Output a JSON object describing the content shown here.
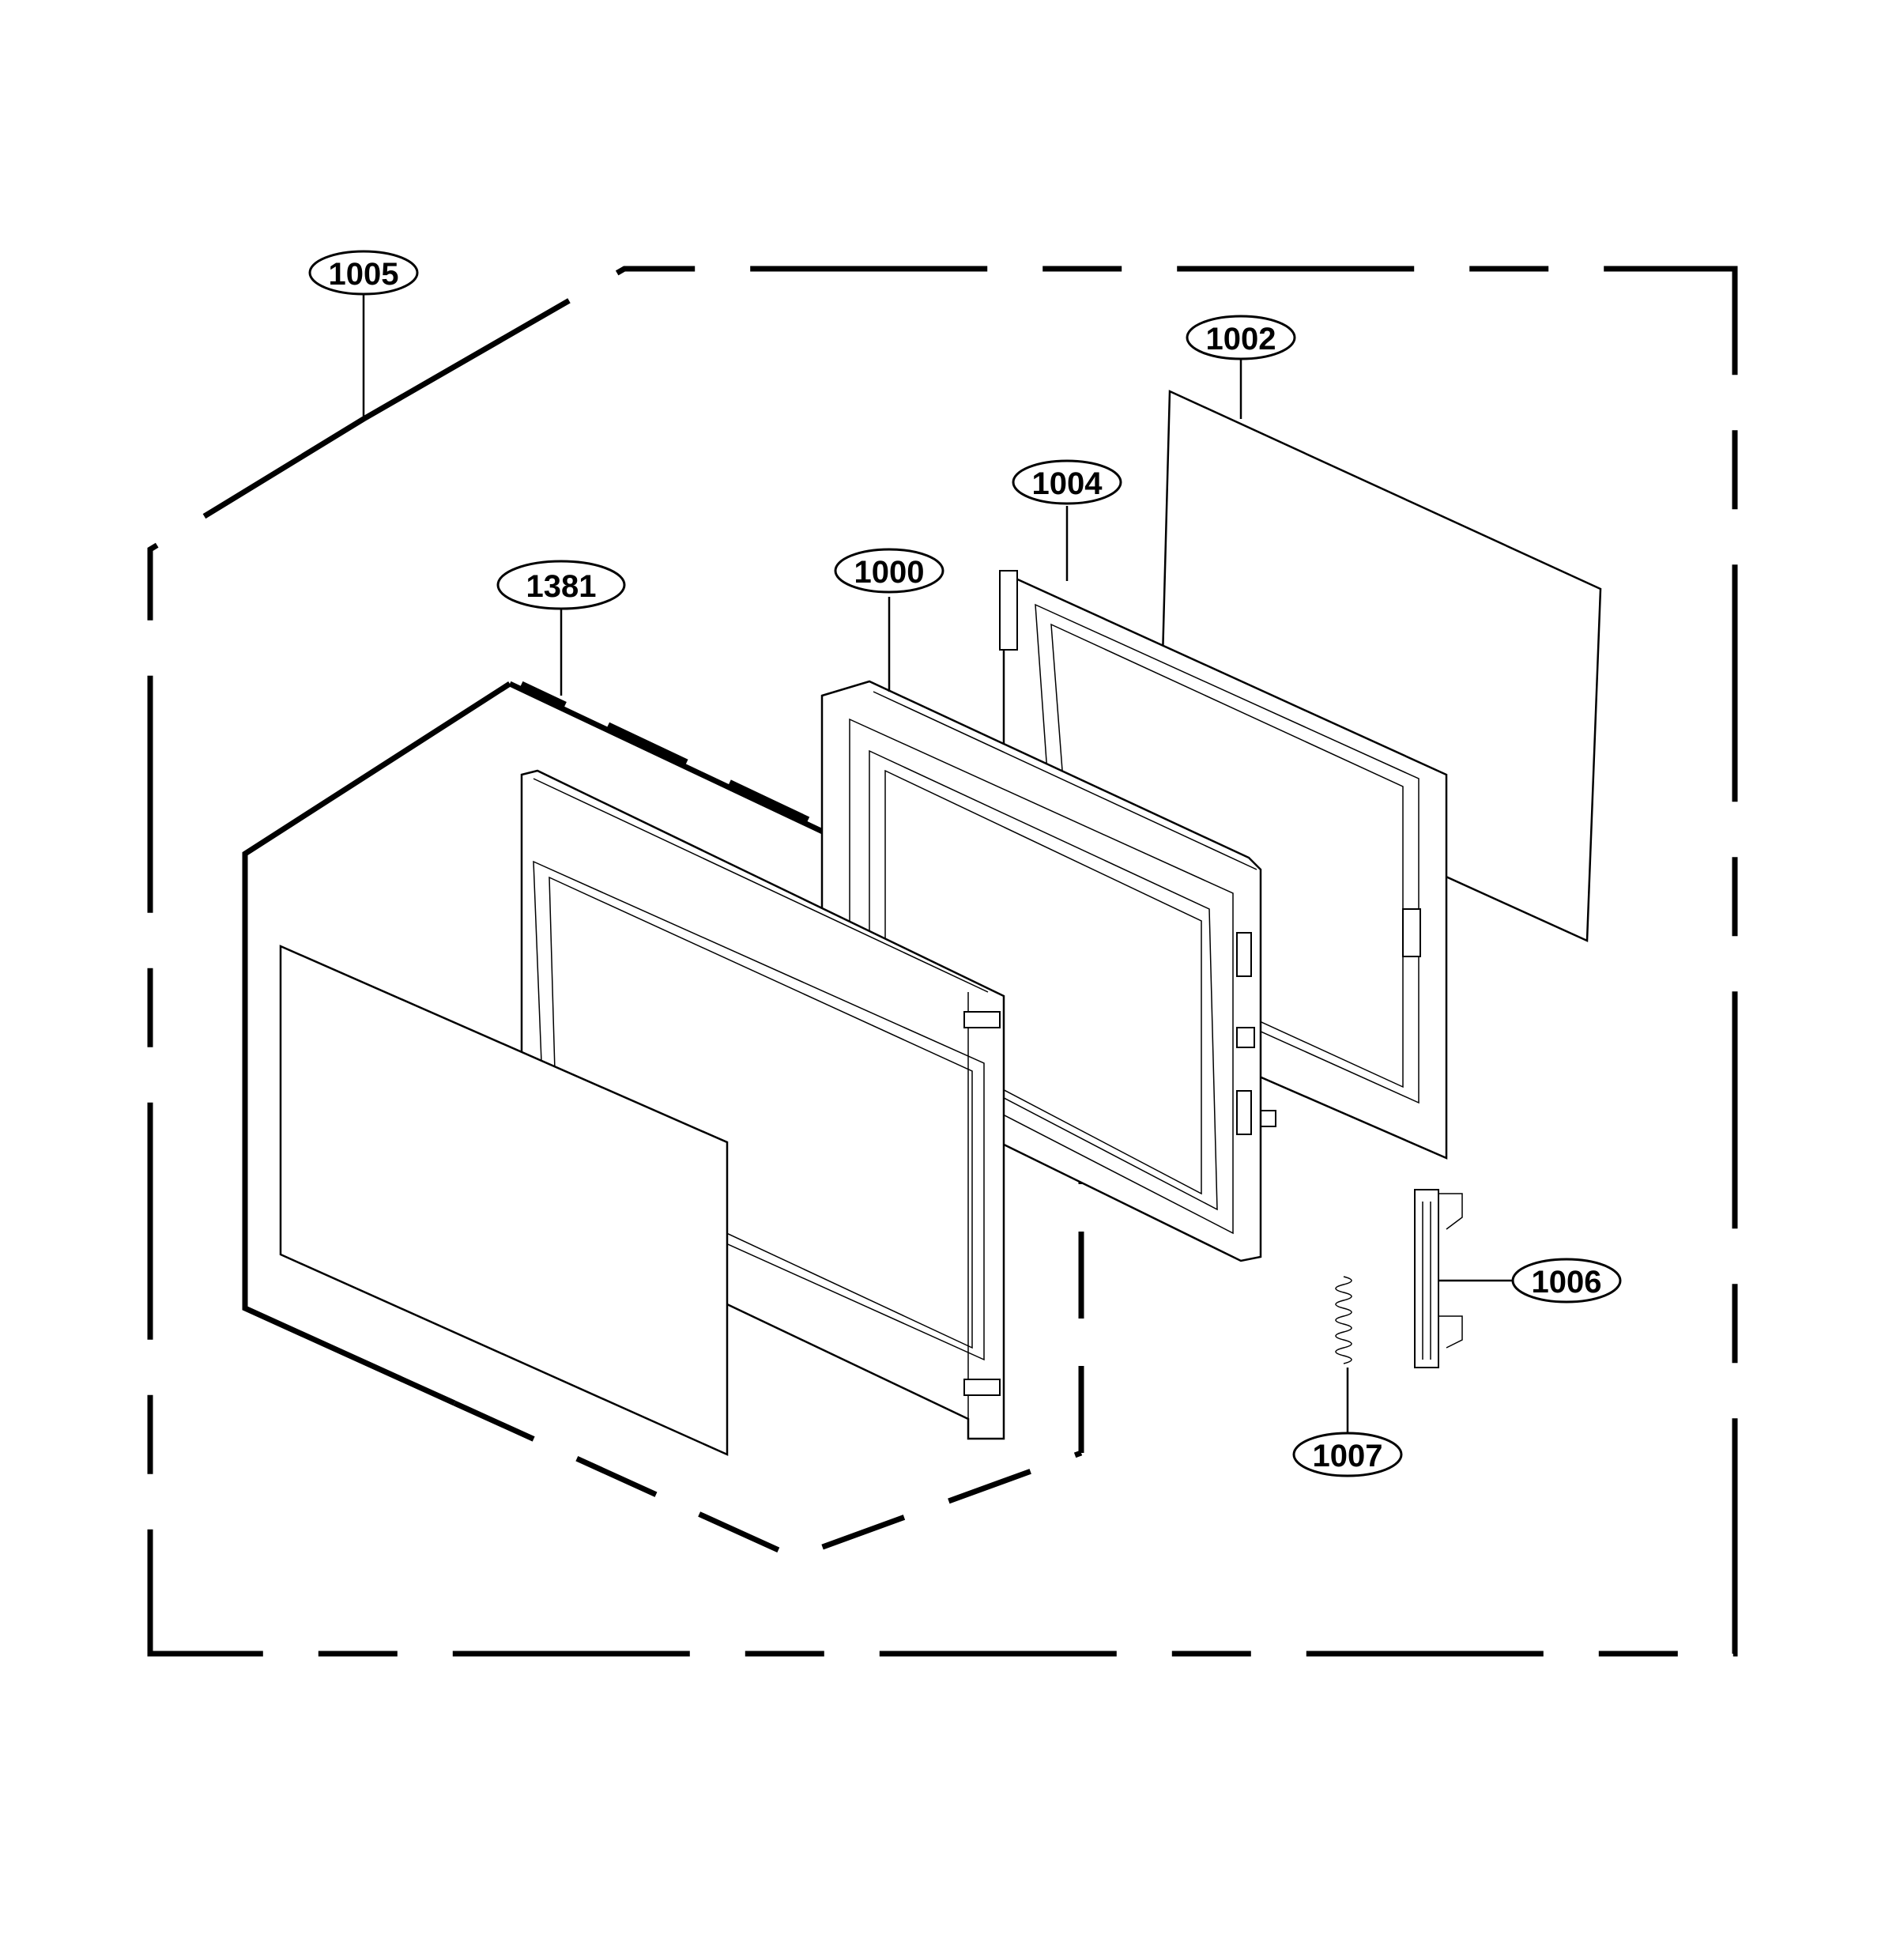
{
  "callouts": {
    "c1005": "1005",
    "c1002": "1002",
    "c1004": "1004",
    "c1000": "1000",
    "c1381": "1381",
    "c1006": "1006",
    "c1007": "1007"
  },
  "colors": {
    "line": "#000000",
    "background": "#ffffff"
  }
}
